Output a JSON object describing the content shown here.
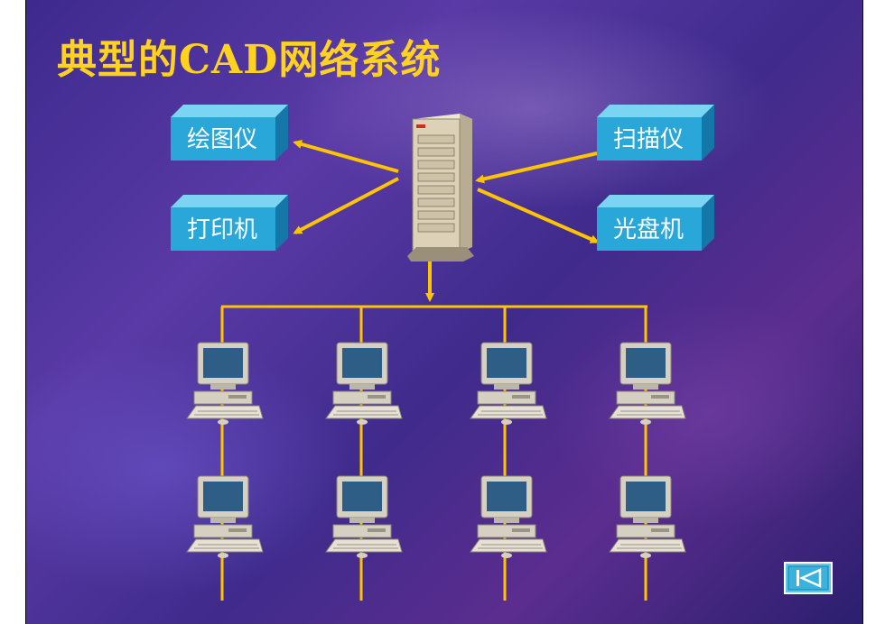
{
  "slide": {
    "title": "典型的CAD网络系统"
  },
  "devices": {
    "plotter": "绘图仪",
    "printer": "打印机",
    "scanner": "扫描仪",
    "optical_drive": "光盘机"
  },
  "icons": {
    "server": "server-tower-icon",
    "workstation": "desktop-computer-icon",
    "nav": "first-slide-icon"
  },
  "colors": {
    "title": "#ffd21f",
    "connector": "#ffc400",
    "box_front": "#28a7d8",
    "box_top": "#7ad4f2",
    "box_side": "#1577a8"
  },
  "network": {
    "workstation_rows": 2,
    "workstations_per_row": 4
  }
}
